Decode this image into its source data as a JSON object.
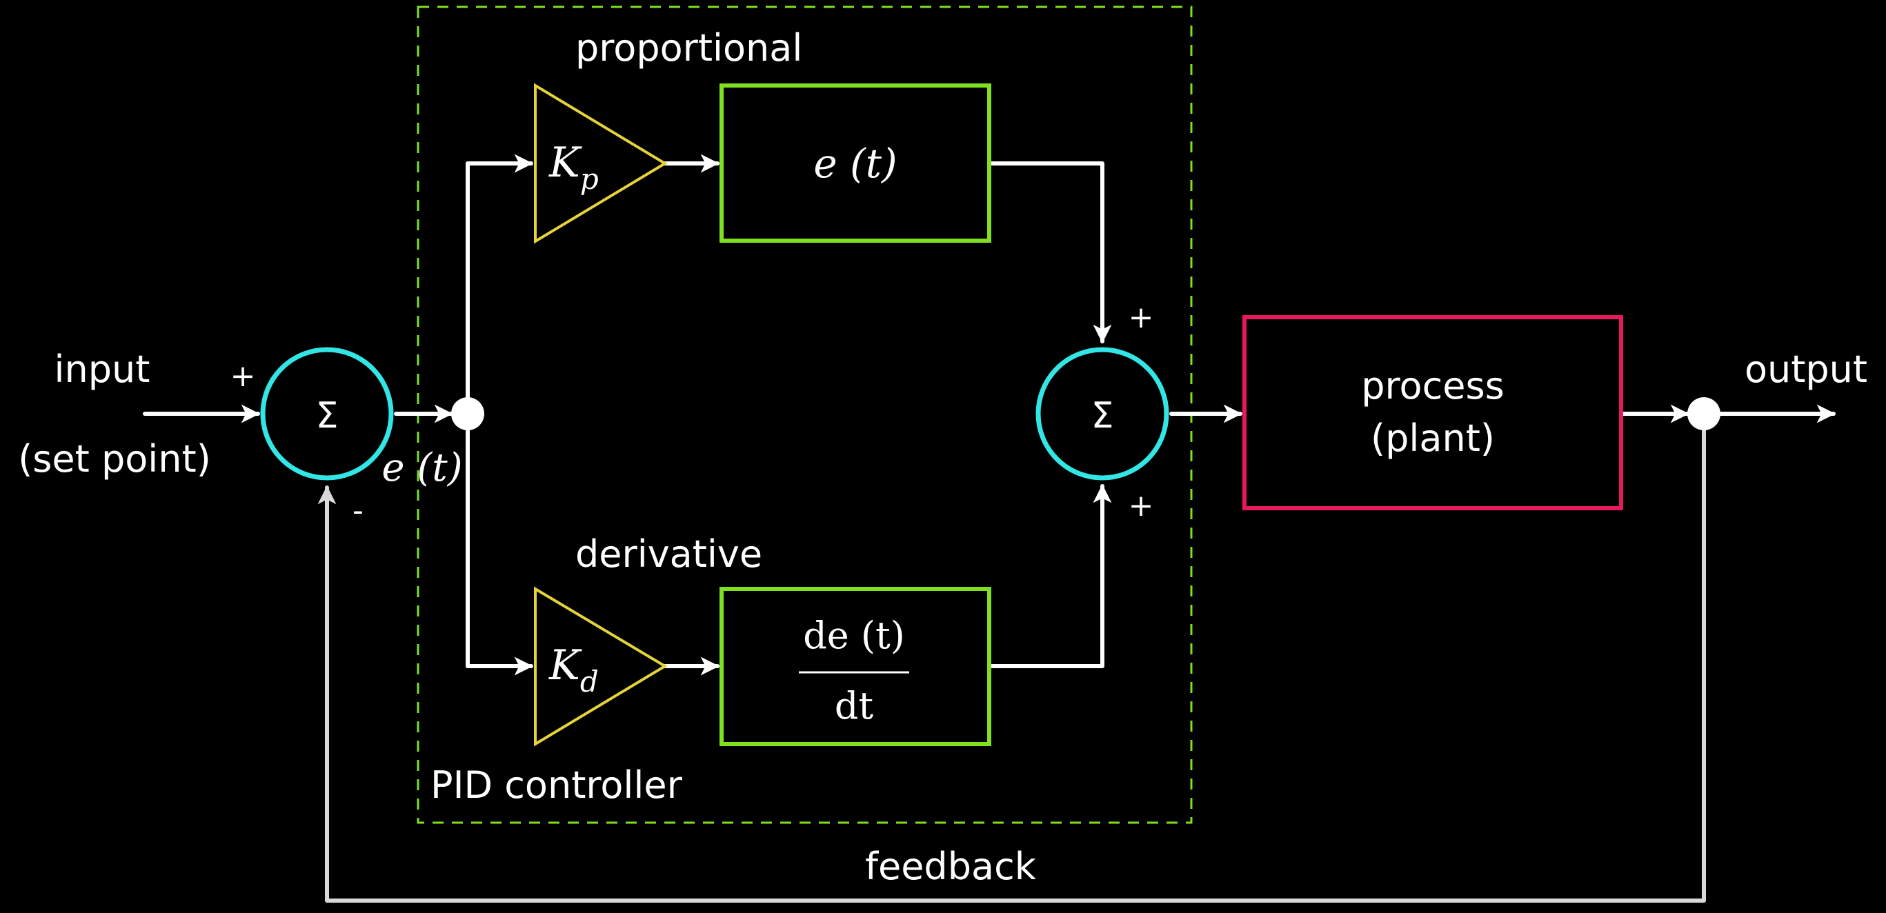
{
  "colors": {
    "background": "#000000",
    "wire": "#ffffff",
    "feedback_wire": "#d9d9d9",
    "sum_junction": "#33e6e6",
    "gain_triangle": "#e6d43a",
    "controller_block": "#7fe01f",
    "controller_boundary": "#7fe01f",
    "process_block": "#e8195a"
  },
  "labels": {
    "input": "input",
    "set_point": "(set point)",
    "output": "output",
    "feedback": "feedback",
    "proportional": "proportional",
    "derivative": "derivative",
    "controller": "PID controller",
    "process_line1": "process",
    "process_line2": "(plant)",
    "error_signal": "e (t)"
  },
  "sum_junctions": {
    "error": {
      "symbol": "Σ",
      "plus_sign": "+",
      "minus_sign": "-"
    },
    "controller": {
      "symbol": "Σ",
      "top_sign": "+",
      "bottom_sign": "+"
    }
  },
  "gains": {
    "proportional": {
      "letter": "K",
      "subscript": "p"
    },
    "derivative": {
      "letter": "K",
      "subscript": "d"
    }
  },
  "blocks": {
    "proportional": "e (t)",
    "derivative_numerator": "de (t)",
    "derivative_denominator": "dt"
  }
}
